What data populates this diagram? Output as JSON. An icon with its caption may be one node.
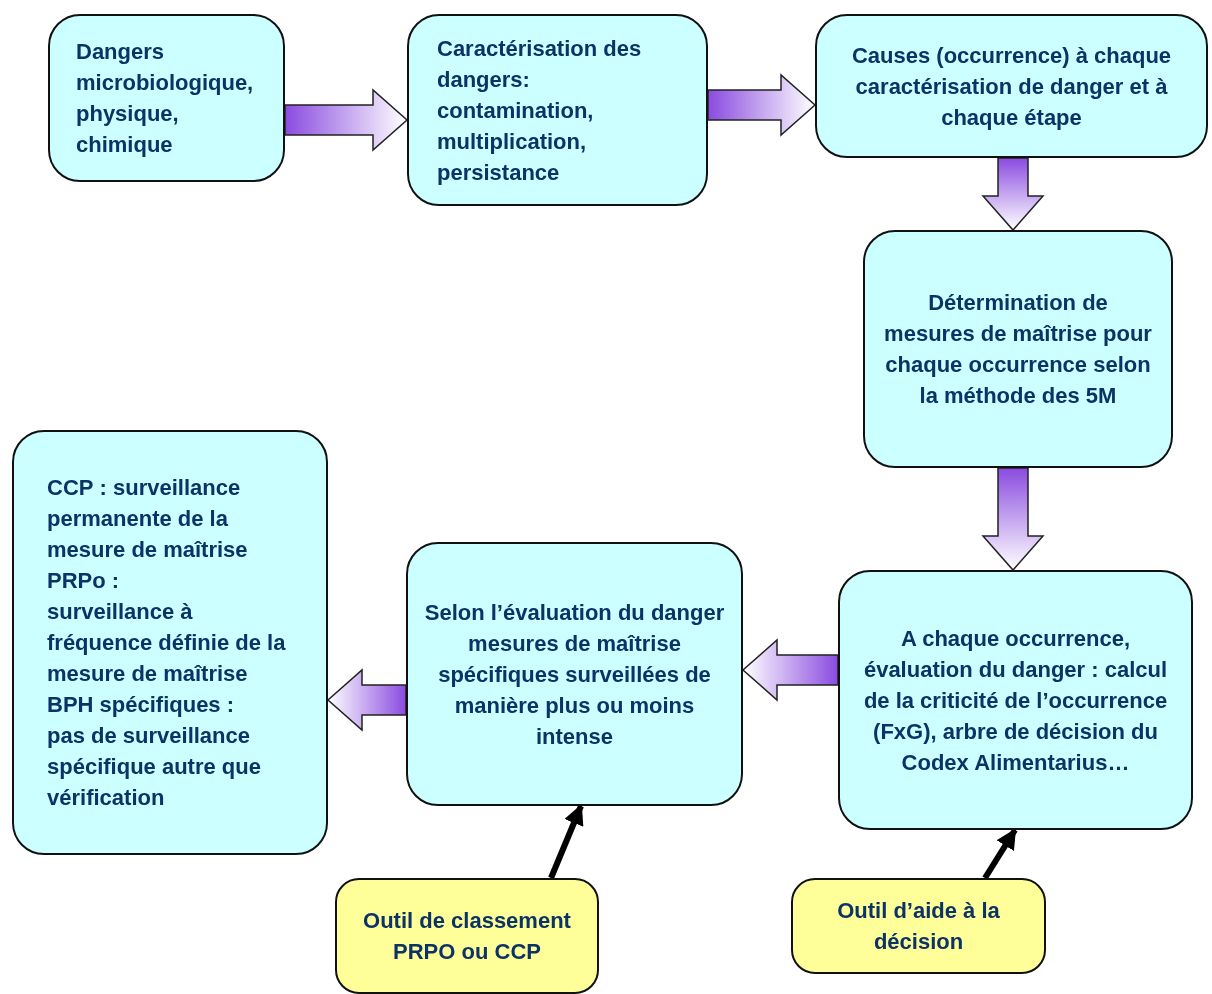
{
  "diagram": {
    "nodes": [
      {
        "text": [
          "Dangers microbiologique, physique, chimique"
        ]
      },
      {
        "text": [
          "Caractérisation des dangers: contamination, multiplication, persistance"
        ]
      },
      {
        "text": [
          "Causes (occurrence) à chaque caractérisation de danger et à chaque étape"
        ]
      },
      {
        "text": [
          "Détermination de mesures de maîtrise pour chaque occurrence selon la méthode des 5M"
        ]
      },
      {
        "text": [
          "A chaque occurrence, évaluation du danger : calcul de la criticité de l’occurrence (FxG), arbre de décision du Codex Alimentarius…"
        ]
      },
      {
        "text": [
          "Selon l’évaluation du danger mesures de maîtrise spécifiques surveillées de manière plus ou moins intense"
        ]
      },
      {
        "text": [
          "**CCP** : surveillance permanente de la mesure de maîtrise",
          "**PRPo** :",
          "surveillance à fréquence définie de la mesure de maîtrise",
          "**BPH spécifiques** :",
          "pas de surveillance spécifique autre que vérification"
        ]
      },
      {
        "text": [
          "Outil de classement PRPO ou CCP"
        ]
      },
      {
        "text": [
          "Outil d’aide à la décision"
        ]
      }
    ],
    "edges": [
      {
        "from": 0,
        "to": 1,
        "arrow": "to",
        "style": "thick"
      },
      {
        "from": 1,
        "to": 2,
        "arrow": "to",
        "style": "thick"
      },
      {
        "from": 2,
        "to": 3,
        "arrow": "to",
        "style": "thick"
      },
      {
        "from": 3,
        "to": 4,
        "arrow": "to",
        "style": "thick"
      },
      {
        "from": 4,
        "to": 5,
        "arrow": "to",
        "style": "thick"
      },
      {
        "from": 5,
        "to": 6,
        "arrow": "to",
        "style": "thick"
      },
      {
        "from": 7,
        "to": 5,
        "arrow": "to",
        "color": "#000000"
      },
      {
        "from": 8,
        "to": 4,
        "arrow": "to",
        "color": "#000000"
      }
    ]
  }
}
